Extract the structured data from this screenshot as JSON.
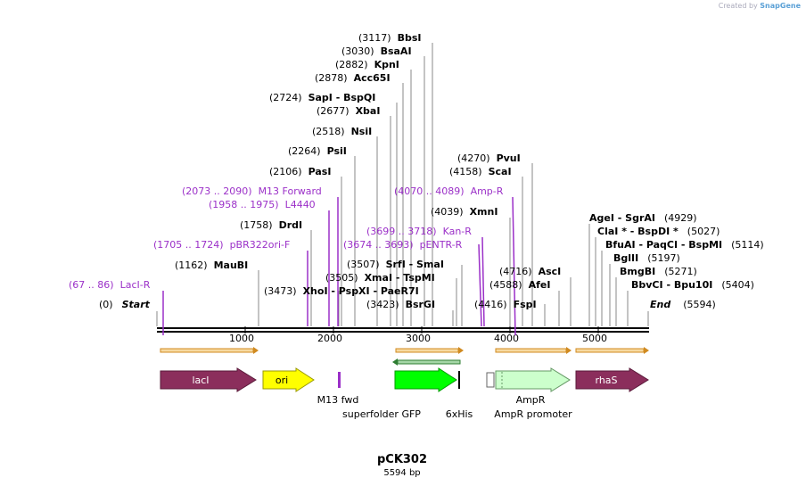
{
  "credit": {
    "prefix": "Created by",
    "brand": "SnapGene"
  },
  "plasmid": {
    "name": "pCK302",
    "length_label": "5594 bp",
    "length": 5594
  },
  "ruler_ticks": [
    "1000",
    "2000",
    "3000",
    "4000",
    "5000"
  ],
  "colors": {
    "site_line": "#888888",
    "primer": "#9b30c8",
    "lacI": "#8b2e5c",
    "ori": "#ffff00",
    "gfp": "#00ff00",
    "ampR": "#ccffcc",
    "rhaS": "#8b2e5c",
    "orange_bar": "#e8a030",
    "green_bar": "#2e7d32"
  },
  "enzyme_labels": [
    {
      "pos": "(3117)",
      "name": "BbsI",
      "loc": 3117
    },
    {
      "pos": "(3030)",
      "name": "BsaAI",
      "loc": 3030
    },
    {
      "pos": "(2882)",
      "name": "KpnI",
      "loc": 2882
    },
    {
      "pos": "(2878)",
      "name": "Acc65I",
      "loc": 2878
    },
    {
      "pos": "(2724)",
      "name": "SapI",
      "extra": " - BspQI",
      "loc": 2724
    },
    {
      "pos": "(2677)",
      "name": "XbaI",
      "loc": 2677
    },
    {
      "pos": "(2518)",
      "name": "NsiI",
      "loc": 2518
    },
    {
      "pos": "(2264)",
      "name": "PsiI",
      "loc": 2264
    },
    {
      "pos": "(2106)",
      "name": "PasI",
      "loc": 2106
    },
    {
      "pos": "(1758)",
      "name": "DrdI",
      "loc": 1758
    },
    {
      "pos": "(1162)",
      "name": "MauBI",
      "loc": 1162
    },
    {
      "pos": "(3473)",
      "name": "XhoI",
      "extra": " - PspXI - PaeR7I",
      "loc": 3473
    },
    {
      "pos": "(3505)",
      "name": "XmaI",
      "extra": " - TspMI",
      "loc": 3505
    },
    {
      "pos": "(3507)",
      "name": "SrfI",
      "extra": " - SmaI",
      "loc": 3507
    },
    {
      "pos": "(3423)",
      "name": "BsrGI",
      "loc": 3423
    },
    {
      "pos": "(4270)",
      "name": "PvuI",
      "loc": 4270
    },
    {
      "pos": "(4158)",
      "name": "ScaI",
      "loc": 4158
    },
    {
      "pos": "(4039)",
      "name": "XmnI",
      "loc": 4039
    },
    {
      "pos": "(4716)",
      "name": "AscI",
      "loc": 4716
    },
    {
      "pos": "(4588)",
      "name": "AfeI",
      "loc": 4588
    },
    {
      "pos": "(4416)",
      "name": "FspI",
      "loc": 4416
    },
    {
      "pos": "(4929)",
      "name": "AgeI",
      "extra": " - SgrAI",
      "loc": 4929
    },
    {
      "pos": "(5027)",
      "name": "ClaI *",
      "extra": " - BspDI *",
      "loc": 5027
    },
    {
      "pos": "(5114)",
      "name": "BfuAI",
      "extra": " - PaqCI - BspMI",
      "loc": 5114
    },
    {
      "pos": "(5197)",
      "name": "BglII",
      "loc": 5197
    },
    {
      "pos": "(5271)",
      "name": "BmgBI",
      "loc": 5271
    },
    {
      "pos": "(5404)",
      "name": "BbvCI",
      "extra": " - Bpu10I",
      "loc": 5404
    }
  ],
  "start_label": {
    "pos": "(0)",
    "name": "Start"
  },
  "end_label": {
    "pos": "(5594)",
    "name": "End"
  },
  "primers": [
    {
      "range": "(67 .. 86)",
      "name": "LacI-R"
    },
    {
      "range": "(1705 .. 1724)",
      "name": "pBR322ori-F"
    },
    {
      "range": "(1958 .. 1975)",
      "name": "L4440"
    },
    {
      "range": "(2073 .. 2090)",
      "name": "M13 Forward"
    },
    {
      "range": "(3674 .. 3693)",
      "name": "pENTR-R"
    },
    {
      "range": "(3699 .. 3718)",
      "name": "Kan-R"
    },
    {
      "range": "(4070 .. 4089)",
      "name": "Amp-R"
    }
  ],
  "features": [
    {
      "name": "lacI",
      "label": "lacI"
    },
    {
      "name": "ori",
      "label": "ori"
    },
    {
      "name": "m13fwd",
      "label": "M13 fwd"
    },
    {
      "name": "gfp",
      "label": "superfolder GFP"
    },
    {
      "name": "his",
      "label": "6xHis"
    },
    {
      "name": "ampR",
      "label": "AmpR"
    },
    {
      "name": "ampRpromoter",
      "label": "AmpR promoter"
    },
    {
      "name": "rhaS",
      "label": "rhaS"
    }
  ]
}
